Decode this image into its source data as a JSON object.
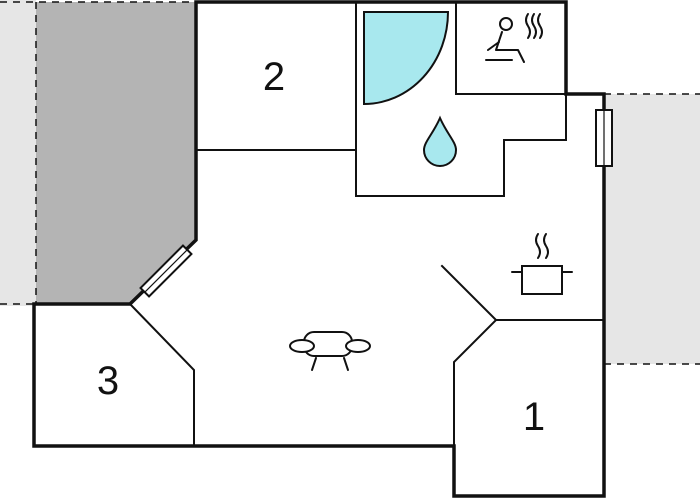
{
  "rooms": [
    {
      "id": "1",
      "label": "1"
    },
    {
      "id": "2",
      "label": "2"
    },
    {
      "id": "3",
      "label": "3"
    }
  ],
  "icons": {
    "shower": "shower-icon",
    "water": "water-drop-icon",
    "sauna": "sauna-icon",
    "kitchen": "cooking-pot-icon",
    "living": "sofa-icon",
    "window": "window-icon"
  },
  "colors": {
    "wall": "#111111",
    "background": "#ffffff",
    "outside_area": "#e6e6e6",
    "shaded_area": "#b4b4b4",
    "shower_water": "#a8e8ee",
    "water_drop": "#a8e8ee"
  }
}
